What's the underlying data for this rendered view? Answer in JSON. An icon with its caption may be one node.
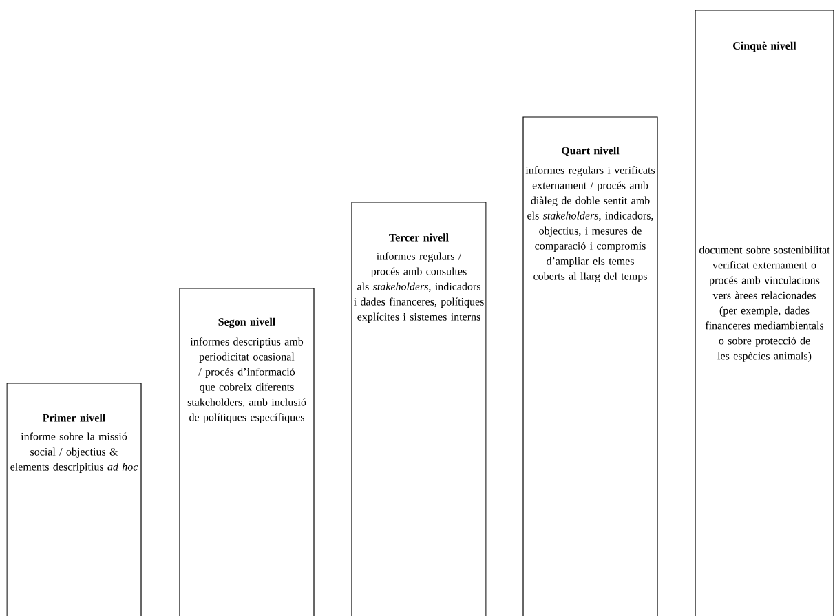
{
  "diagram": {
    "nodes": [
      {
        "text": [
          "Primer nivell",
          "informe sobre la missió social / objectius & elements descripitius *ad hoc*"
        ]
      },
      {
        "text": [
          "Segon nivell",
          "informes descriptius amb periodicitat ocasional / procés d’informació que cobreix diferents stakeholders, amb inclusió de polítiques específiques"
        ]
      },
      {
        "text": [
          "Tercer nivell",
          "informes regulars / procés amb consultes als *stakeholders*, indicadors i dades financeres, polítiques explícites i sistemes interns"
        ]
      },
      {
        "text": [
          "Quart nivell",
          "informes regulars i verificats externament / procés amb diàleg de doble sentit amb els *stakeholders*, indicadors, objectius, i mesures de comparació i compromís d’ampliar els temes coberts al llarg del temps"
        ]
      },
      {
        "text": [
          "Cinquè nivell",
          "document sobre sostenibilitat verificat externament o procés amb vinculacions vers àrees relacionades (per exemple, dades financeres mediambientals o sobre protecció de les espècies animals)"
        ]
      }
    ]
  }
}
